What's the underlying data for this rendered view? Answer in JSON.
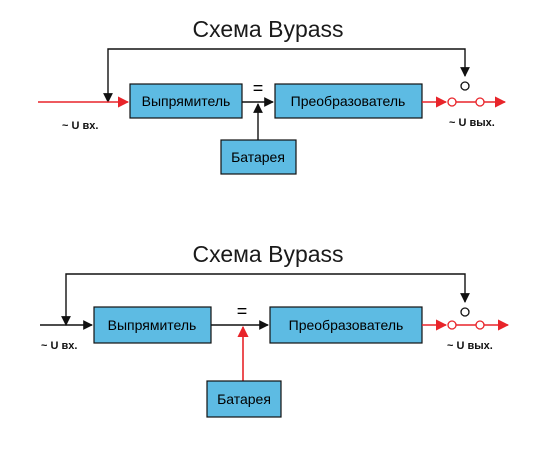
{
  "colors": {
    "box_fill": "#5dbbe3",
    "active_path": "#e8242a",
    "inactive_path": "#111111"
  },
  "diagrams": [
    {
      "title": "Схема Bypass",
      "rectifier": "Выпрямитель",
      "dc_symbol": "=",
      "inverter": "Преобразователь",
      "battery": "Батарея",
      "input_label": "~ U вх.",
      "output_label": "~ U вых."
    },
    {
      "title": "Схема Bypass",
      "rectifier": "Выпрямитель",
      "dc_symbol": "=",
      "inverter": "Преобразователь",
      "battery": "Батарея",
      "input_label": "~ U вх.",
      "output_label": "~ U вых."
    }
  ]
}
